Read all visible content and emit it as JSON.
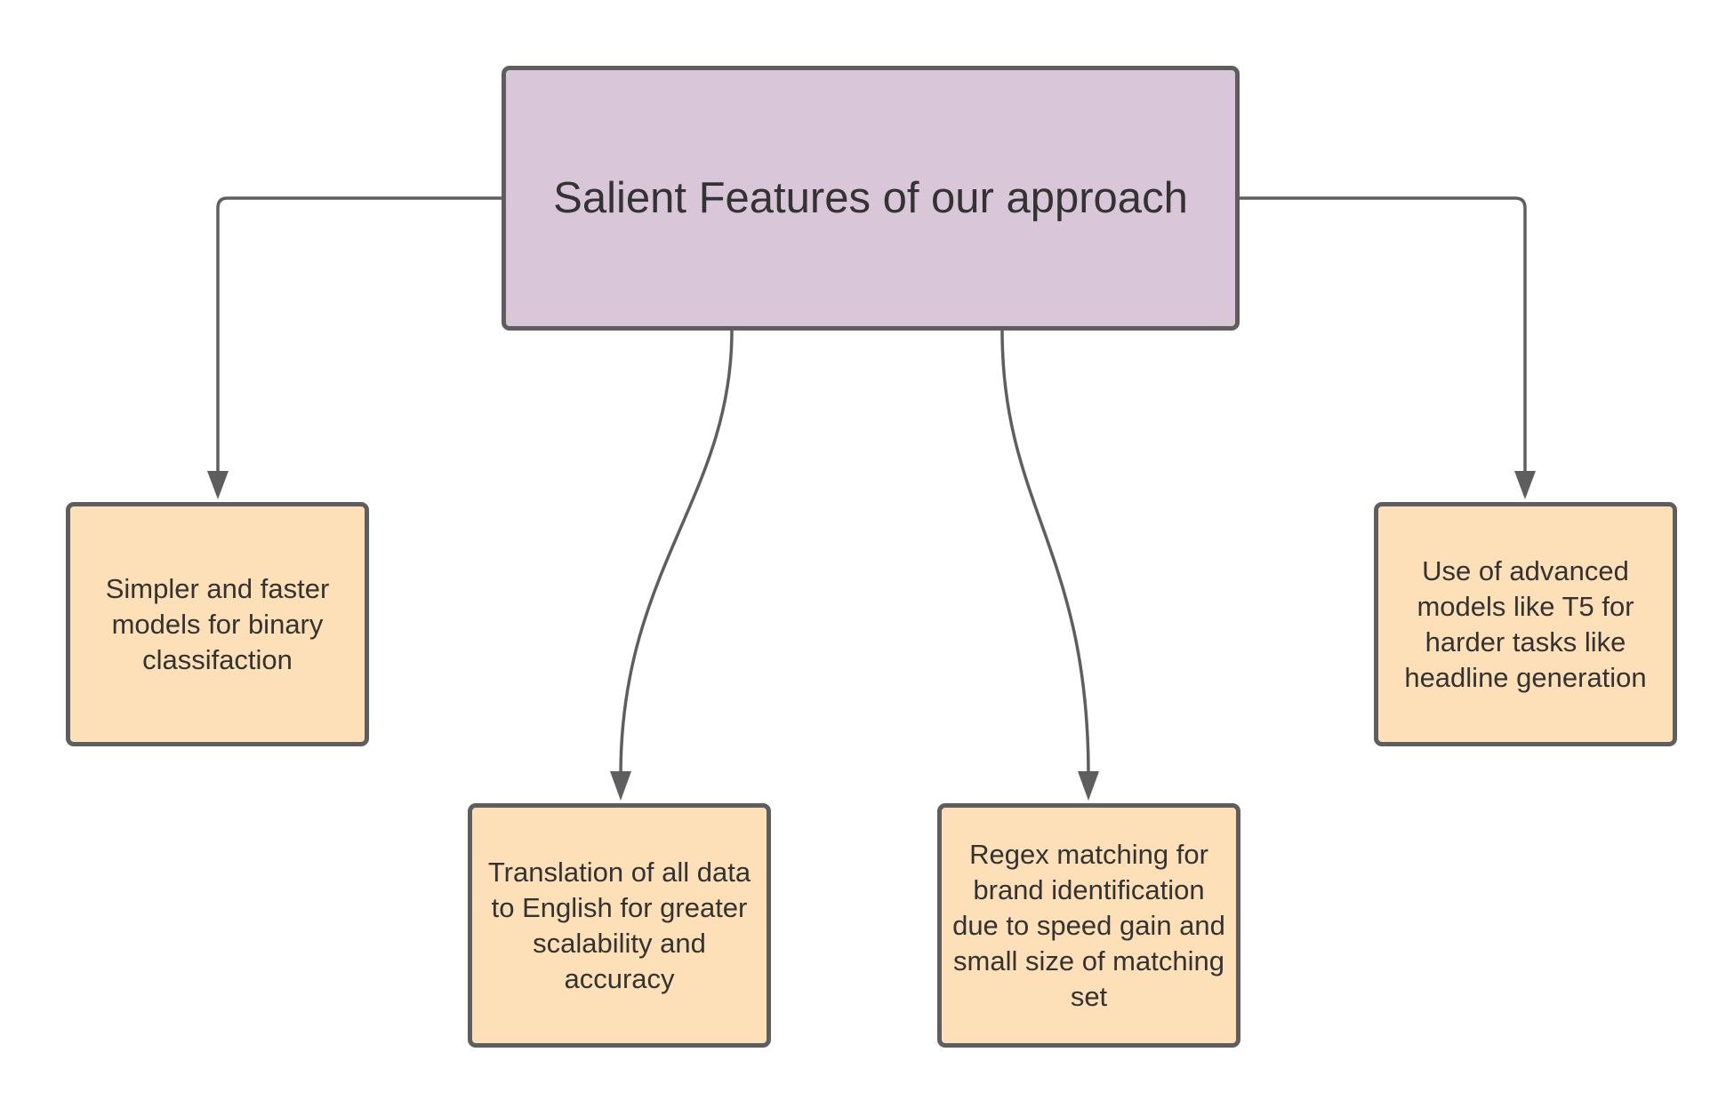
{
  "diagram": {
    "title": "Salient Features of our approach",
    "features": [
      {
        "label": "Simpler and faster models for binary classifaction"
      },
      {
        "label": "Translation of all data to English for greater scalability and accuracy"
      },
      {
        "label": "Regex matching for brand identification due to speed gain and small size of matching set"
      },
      {
        "label": "Use of advanced models like T5 for harder tasks like headline generation"
      }
    ],
    "colors": {
      "root_fill": "#d9c6d8",
      "leaf_fill": "#fde0b7",
      "stroke": "#5e5e5e",
      "text": "#333333"
    }
  }
}
